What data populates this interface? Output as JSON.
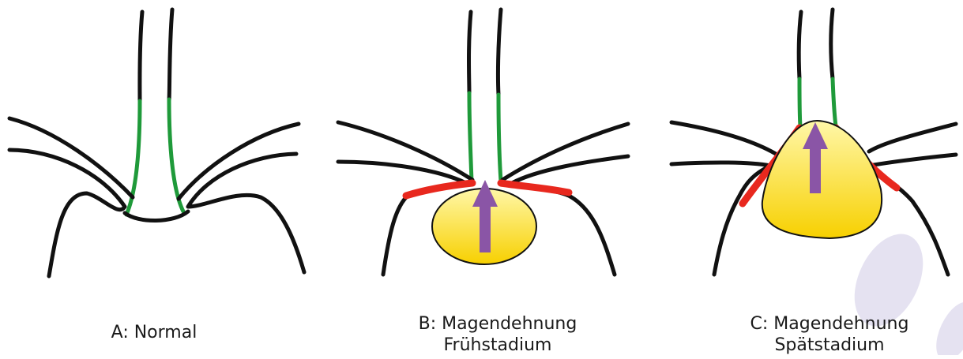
{
  "panels": [
    {
      "id": "a",
      "caption_line1": "A: Normal",
      "caption_line2": ""
    },
    {
      "id": "b",
      "caption_line1": "B: Magendehnung",
      "caption_line2": "Frühstadium"
    },
    {
      "id": "c",
      "caption_line1": "C: Magendehnung",
      "caption_line2": "Spätstadium"
    }
  ],
  "colors": {
    "outline": "#111111",
    "mucosa": "#1f9a3a",
    "irritation": "#e8281e",
    "stomach_fill_top": "#fff7a8",
    "stomach_fill_bottom": "#f7d000",
    "arrow": "#8a55a6",
    "watermark": "#dedbee"
  }
}
